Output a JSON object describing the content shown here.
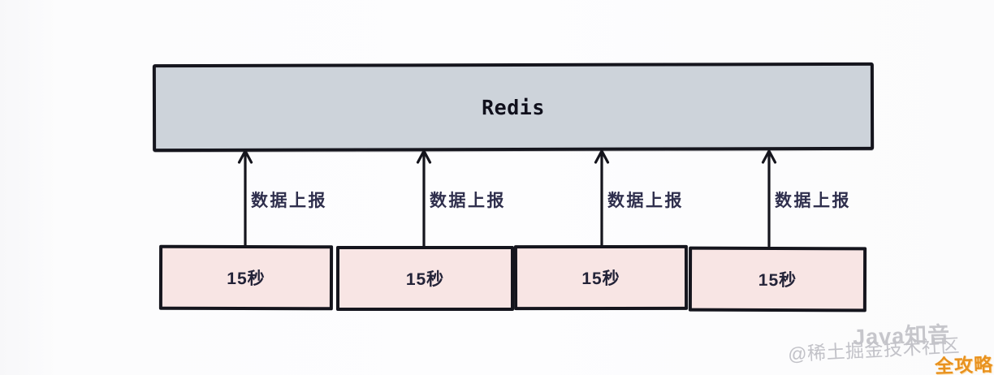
{
  "diagram": {
    "redis_label": "Redis",
    "arrows": [
      {
        "label": "数据上报"
      },
      {
        "label": "数据上报"
      },
      {
        "label": "数据上报"
      },
      {
        "label": "数据上报"
      }
    ],
    "intervals": [
      {
        "label": "15秒"
      },
      {
        "label": "15秒"
      },
      {
        "label": "15秒"
      },
      {
        "label": "15秒"
      }
    ]
  },
  "watermarks": {
    "brand": "Java知音",
    "community": "@稀土掘金技术社区",
    "badge": "全攻略"
  },
  "colors": {
    "redis_fill": "#cdd3da",
    "interval_fill": "#f8e5e4",
    "stroke": "#15151d",
    "arrow_label_text": "#2f2f4d",
    "interval_label_text": "#232338",
    "watermark_gray": "#c4c4c9",
    "badge_orange": "#e8921f"
  }
}
